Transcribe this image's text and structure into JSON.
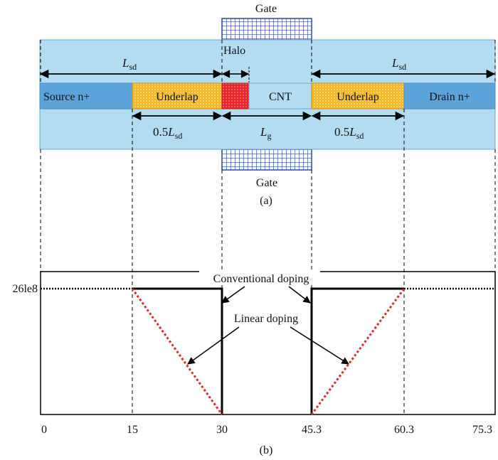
{
  "part_a": {
    "gate_label": "Gate",
    "halo_label": "Halo",
    "dim_source": {
      "symbol": "L",
      "sub": "sd"
    },
    "dim_drain": {
      "symbol": "L",
      "sub": "sd"
    },
    "dim_underlap_left": {
      "prefix": "0.5",
      "symbol": "L",
      "sub": "sd"
    },
    "dim_gate": {
      "symbol": "L",
      "sub": "g"
    },
    "dim_underlap_right": {
      "prefix": "0.5",
      "symbol": "L",
      "sub": "sd"
    },
    "regions": {
      "source": "Source n+",
      "underlap_left": "Underlap",
      "channel": "CNT",
      "underlap_right": "Underlap",
      "drain": "Drain n+"
    },
    "caption": "(a)"
  },
  "part_b": {
    "y_label": "26le8",
    "x_ticks": [
      "0",
      "15",
      "30",
      "45.3",
      "60.3",
      "75.3"
    ],
    "annotation_conventional": "Conventional doping",
    "annotation_linear": "Linear doping",
    "caption": "(b)"
  },
  "colors": {
    "oxide": "#b3dcf0",
    "oxide_border": "#6aa9d6",
    "source_drain": "#5ba3d9",
    "underlap": "#f5b92c",
    "halo": "#e8262a",
    "gate_grid": "#2c4aa0",
    "linear_doping": "#e0282a",
    "conventional_doping": "#000000"
  }
}
